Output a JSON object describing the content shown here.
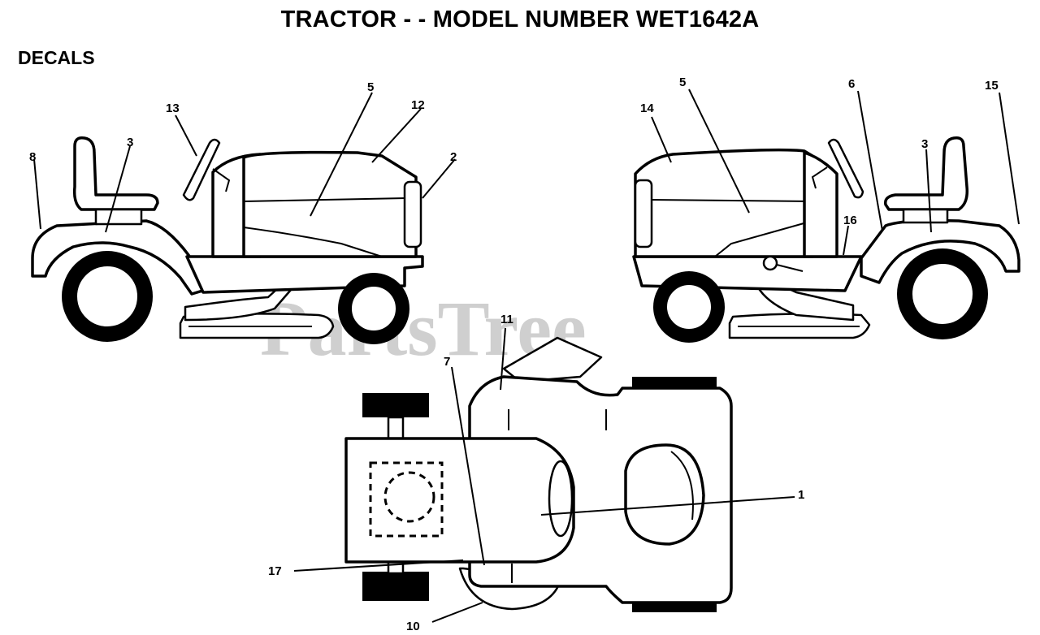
{
  "title": "TRACTOR - - MODEL NUMBER WET1642A",
  "section": "DECALS",
  "watermark": "PartsTree",
  "callouts": {
    "left_view": [
      "8",
      "3",
      "13",
      "5",
      "12",
      "2"
    ],
    "right_view": [
      "14",
      "5",
      "6",
      "15",
      "3",
      "16"
    ],
    "top_view": [
      "11",
      "7",
      "1",
      "17",
      "10"
    ]
  }
}
